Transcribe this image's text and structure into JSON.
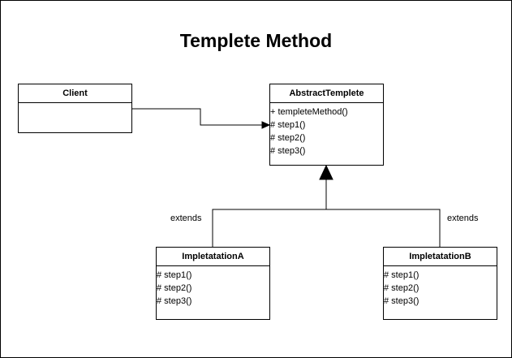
{
  "diagram": {
    "title": "Templete Method",
    "classes": {
      "client": {
        "name": "Client",
        "operations": []
      },
      "abstract": {
        "name": "AbstractTemplete",
        "operations": [
          "+ templeteMethod()",
          "# step1()",
          "# step2()",
          "# step3()"
        ]
      },
      "impl_a": {
        "name": "ImpletatationA",
        "operations": [
          "# step1()",
          "# step2()",
          "# step3()"
        ]
      },
      "impl_b": {
        "name": "ImpletatationB",
        "operations": [
          "# step1()",
          "# step2()",
          "# step3()"
        ]
      }
    },
    "edges": {
      "extends_a": "extends",
      "extends_b": "extends"
    }
  }
}
